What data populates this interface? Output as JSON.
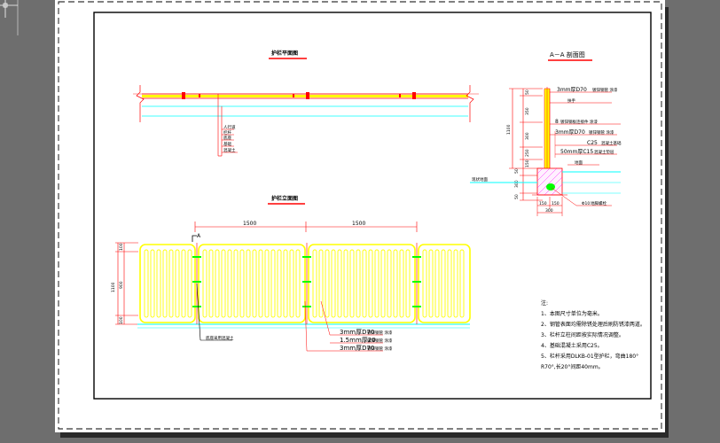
{
  "colors": {
    "workspace": "#6e6e6e",
    "paper": "#ffffff",
    "frame": "#000000",
    "dim": "#ff0000",
    "fence": "#ffff00",
    "post": "#00ff00",
    "ground": "#00ffff",
    "hatch": "#ff00ff"
  },
  "titles": {
    "plan": "护栏平面图",
    "elevation": "护栏立面图",
    "section": "A－A 剖面图"
  },
  "plan_callouts": [
    "人行道",
    "栏杆",
    "底座",
    "基础",
    "混凝土"
  ],
  "elevation": {
    "dim_top": [
      "1500",
      "1500"
    ],
    "dim_left": [
      "100",
      "900",
      "100"
    ],
    "dim_total": "1100",
    "section_mark": "A",
    "callout_left": "底座采用混凝土",
    "callouts": [
      "3mm厚D70",
      "1.5mm厚20",
      "3mm厚D70"
    ],
    "callout_tags": [
      "镀锌钢管 涂漆",
      "镀锌钢管 涂漆",
      "镀锌钢管 涂漆"
    ]
  },
  "section": {
    "dims_left": [
      "50",
      "350",
      "300",
      "250",
      "150"
    ],
    "dim_total": "1100",
    "dims_lower": [
      "50",
      "300",
      "50"
    ],
    "dims_bottom": [
      "150",
      "150"
    ],
    "dim_width": "300",
    "labels": [
      {
        "text": "3mm厚D70",
        "tag": "镀锌钢管 涂漆"
      },
      {
        "text": "扶手",
        "tag": ""
      },
      {
        "text": "8",
        "tag": "镀锌钢板连接件 涂漆"
      },
      {
        "text": "3mm厚D70",
        "tag": "镀锌钢管 涂漆"
      },
      {
        "text": "C25",
        "tag": "混凝土基础"
      },
      {
        "text": "50mm厚C15",
        "tag": "混凝土垫层"
      },
      {
        "text": "",
        "tag": "地面"
      },
      {
        "text": "Φ10",
        "tag": "地脚螺栓"
      }
    ],
    "left_tag": "现状地面"
  },
  "notes": {
    "heading": "注:",
    "items": [
      "1、本图尺寸单位为毫米。",
      "2、钢管表面均需除锈处理后刷防锈漆两道。",
      "3、栏杆立柱间距按实际情况调整。",
      "4、基础混凝土采用C25。",
      "5、栏杆采用DLKB-01型护栏，弯曲180°"
    ],
    "last_line": "R70°,长20°间距40mm。"
  }
}
